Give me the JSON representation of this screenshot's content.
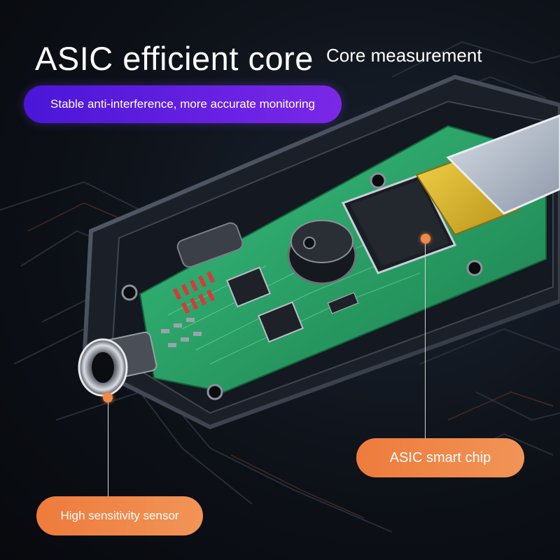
{
  "headline": "ASIC efficient core",
  "subheadline": "Core measurement",
  "feature_pill": "Stable anti-interference, more accurate monitoring",
  "callouts": {
    "chip": "ASIC smart chip",
    "sensor": "High sensitivity sensor"
  },
  "colors": {
    "purple_pill": "#5a1ee0",
    "orange_pill": "#ef8347",
    "pcb_green": "#2aa86a",
    "background": "#0d1118"
  },
  "icons": [
    "circuit-board-image",
    "sensor-probe",
    "buzzer",
    "asic-chip",
    "battery"
  ]
}
